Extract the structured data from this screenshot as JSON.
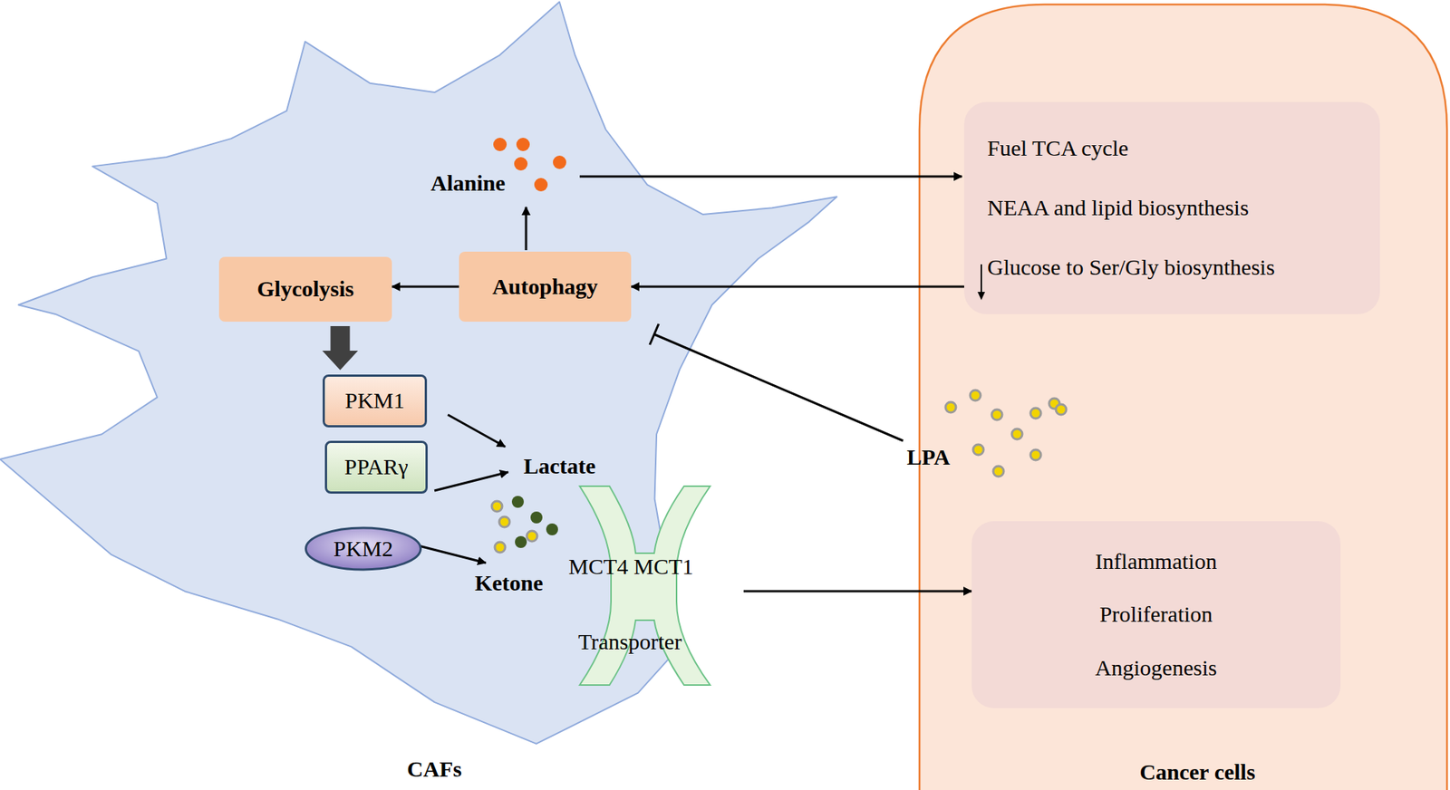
{
  "diagram": {
    "nodes": [
      {
        "text": [
          "CAFs"
        ]
      },
      {
        "text": [
          "Cancer cells"
        ]
      },
      {
        "text": [
          "Glycolysis"
        ],
        "in": 0
      },
      {
        "text": [
          "Autophagy"
        ],
        "in": 0
      },
      {
        "text": [
          "PKM1"
        ],
        "in": 0
      },
      {
        "text": [
          "PPARγ"
        ],
        "in": 0
      },
      {
        "text": [
          "PKM2"
        ],
        "in": 0
      },
      {
        "text": [
          "MCT4 MCT1",
          "Transporter"
        ],
        "in": 0
      },
      {
        "text": [
          "Fuel TCA cycle",
          "NEAA and lipid biosynthesis",
          "Glucose to Ser/Gly biosynthesis"
        ],
        "in": 1
      },
      {
        "text": [
          "Inflammation",
          "Proliferation",
          "Angiogenesis"
        ],
        "in": 1
      }
    ],
    "edges": [
      {
        "from": 3,
        "to": 2,
        "arrow": "to"
      },
      {
        "from": 2,
        "to": 4,
        "arrow": "to"
      },
      {
        "from": 8,
        "to": 3,
        "arrow": "to"
      },
      {
        "from": 7,
        "to": 9,
        "arrow": "to"
      }
    ],
    "labels": [
      "Alanine",
      "Lactate",
      "Ketone",
      "LPA"
    ]
  }
}
